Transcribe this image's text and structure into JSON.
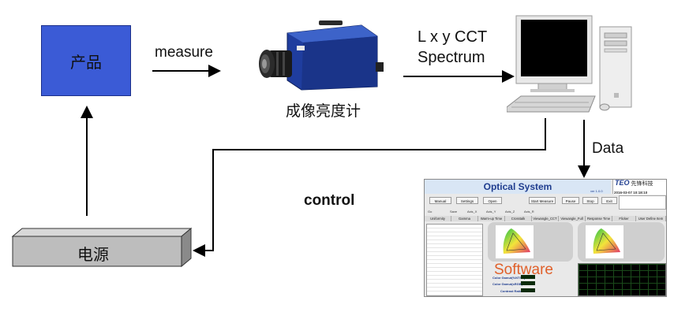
{
  "nodes": {
    "product": "产品",
    "meter": "成像亮度计",
    "power": "电源"
  },
  "edges": {
    "measure": "measure",
    "output_line1": "L x y CCT",
    "output_line2": "Spectrum",
    "data": "Data",
    "control": "control"
  },
  "software": {
    "title": "Optical System",
    "version": "ver 1.0.0",
    "logo_mark": "TEO",
    "logo_text": "先锋科技",
    "datetime": "2016-03-07  10:18:10",
    "buttons": [
      "Manual",
      "Settings",
      "Open",
      "Start Measure",
      "Pause",
      "Stop",
      "Exit"
    ],
    "status_items": [
      "Go",
      "Save",
      "Axis_X",
      "Axis_Y",
      "Axis_Z",
      "Axis_R"
    ],
    "tabs": [
      "Uniformity",
      "Gamma",
      "Warm-up Time",
      "Crosstalk",
      "Viewangle_CCT",
      "Viewangle_Full",
      "Response Time",
      "Flicker",
      "User Define Item"
    ],
    "fields": [
      "Color Gamut(%NTSC)",
      "Color Gamut(sRGB)",
      "Contrast Ratio"
    ],
    "watermark": "Software"
  },
  "colors": {
    "product_fill": "#3b5bd6",
    "power_fill": "#bdbdbd",
    "software_watermark": "#e0602a"
  }
}
